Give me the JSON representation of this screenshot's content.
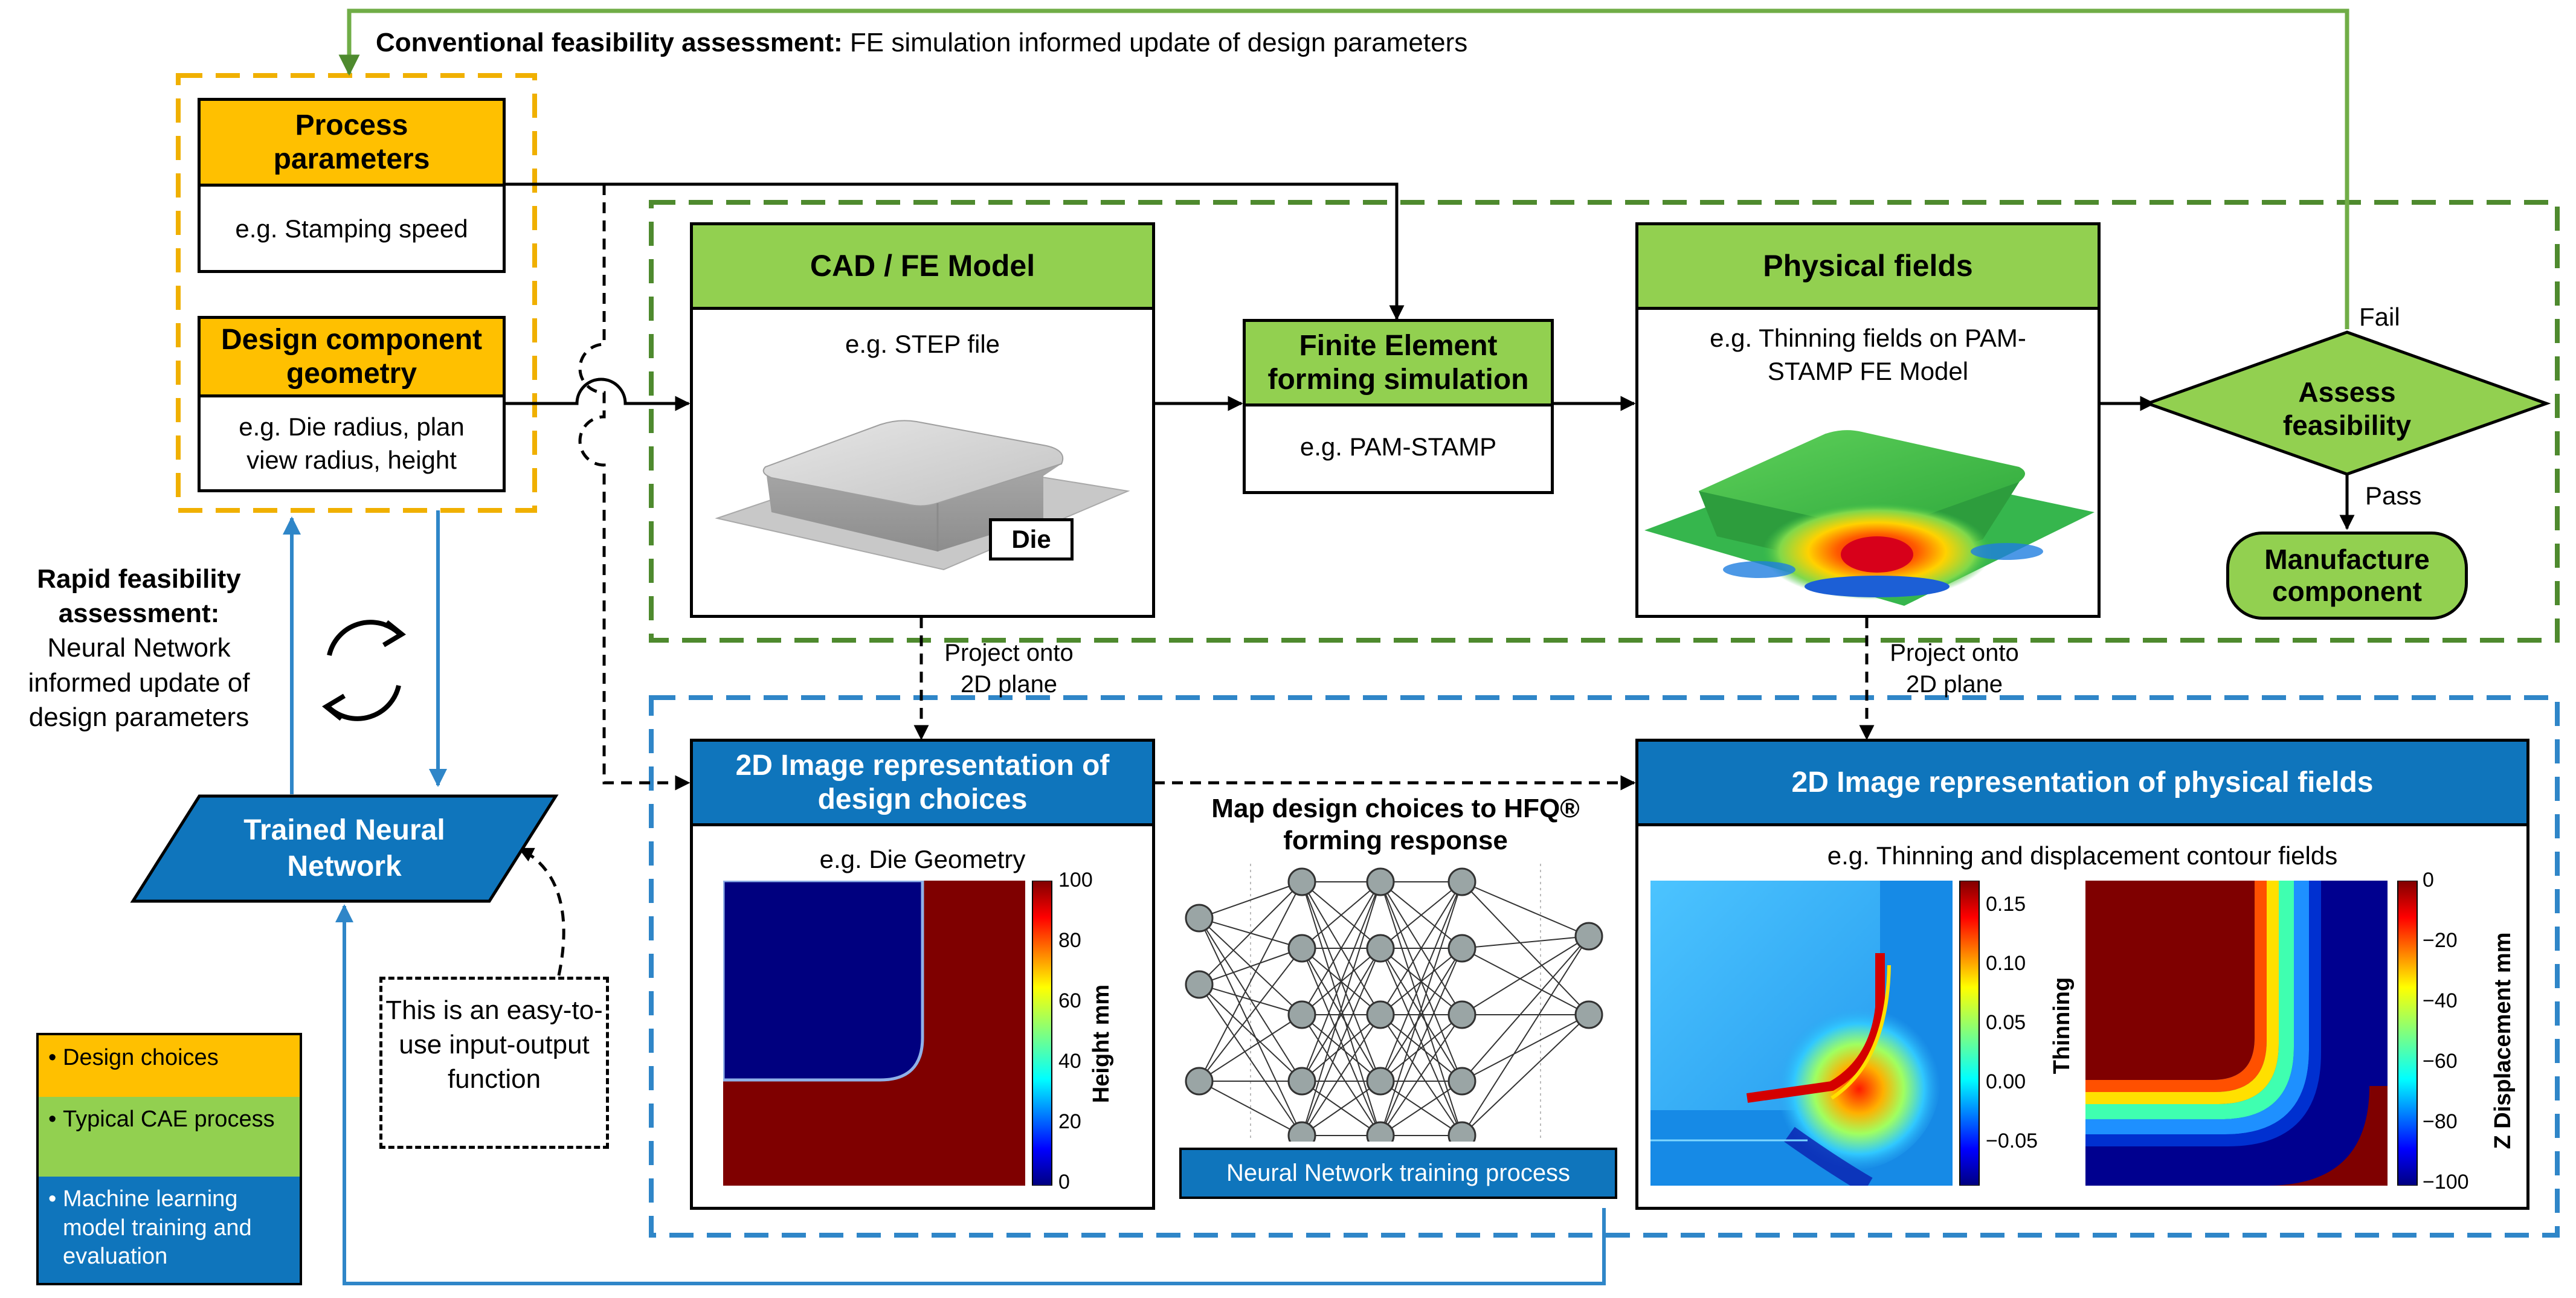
{
  "top_feedback": {
    "bold": "Conventional feasibility assessment:",
    "rest": " FE simulation informed update of design parameters"
  },
  "process_params": {
    "title": "Process parameters",
    "example": "e.g. Stamping speed"
  },
  "design_geometry": {
    "title": "Design component geometry",
    "example": "e.g. Die radius, plan view radius, height"
  },
  "cad": {
    "title": "CAD / FE Model",
    "example": "e.g. STEP file",
    "die_label": "Die"
  },
  "fe_sim": {
    "title": "Finite Element forming simulation",
    "example": "e.g. PAM-STAMP"
  },
  "physical": {
    "title": "Physical fields",
    "example": "e.g. Thinning fields on PAM-STAMP FE Model"
  },
  "assess": {
    "label": "Assess feasibility",
    "fail": "Fail",
    "pass": "Pass"
  },
  "manufacture": {
    "label": "Manufacture component"
  },
  "project_label": "Project onto 2D plane",
  "rapid": {
    "bold": "Rapid feasibility assessment:",
    "rest": "Neural Network informed update of design parameters"
  },
  "trained_nn": {
    "label": "Trained Neural Network"
  },
  "io_note": "This is an easy-to-use input-output function",
  "design_2d": {
    "title": "2D Image representation of design choices",
    "example": "e.g. Die Geometry",
    "colorbar_label": "Height mm",
    "ticks": [
      "100",
      "80",
      "60",
      "40",
      "20",
      "0"
    ]
  },
  "nn_map": {
    "title": "Map design choices to HFQ® forming response",
    "caption": "Neural Network training process",
    "dots": "·\n·\n·"
  },
  "physical_2d": {
    "title": "2D Image representation of physical fields",
    "example": "e.g. Thinning and displacement contour fields",
    "thin_label": "Thinning",
    "thin_ticks": [
      "0.15",
      "0.10",
      "0.05",
      "0.00",
      "−0.05"
    ],
    "disp_label": "Z Displacement mm",
    "disp_ticks": [
      "0",
      "−20",
      "−40",
      "−60",
      "−80",
      "−100"
    ]
  },
  "legend": [
    {
      "label": "Design choices",
      "color": "#ffc000"
    },
    {
      "label": "Typical CAE process",
      "color": "#92d050"
    },
    {
      "label": "Machine learning model training and evaluation",
      "color": "#0f75bc"
    }
  ],
  "colors": {
    "orange_dash": "#f0b000",
    "green_dash": "#4e8a2e",
    "blue_dash": "#2f86c8",
    "feedback_green": "#70ad47",
    "feedback_blue": "#2f86c8"
  }
}
